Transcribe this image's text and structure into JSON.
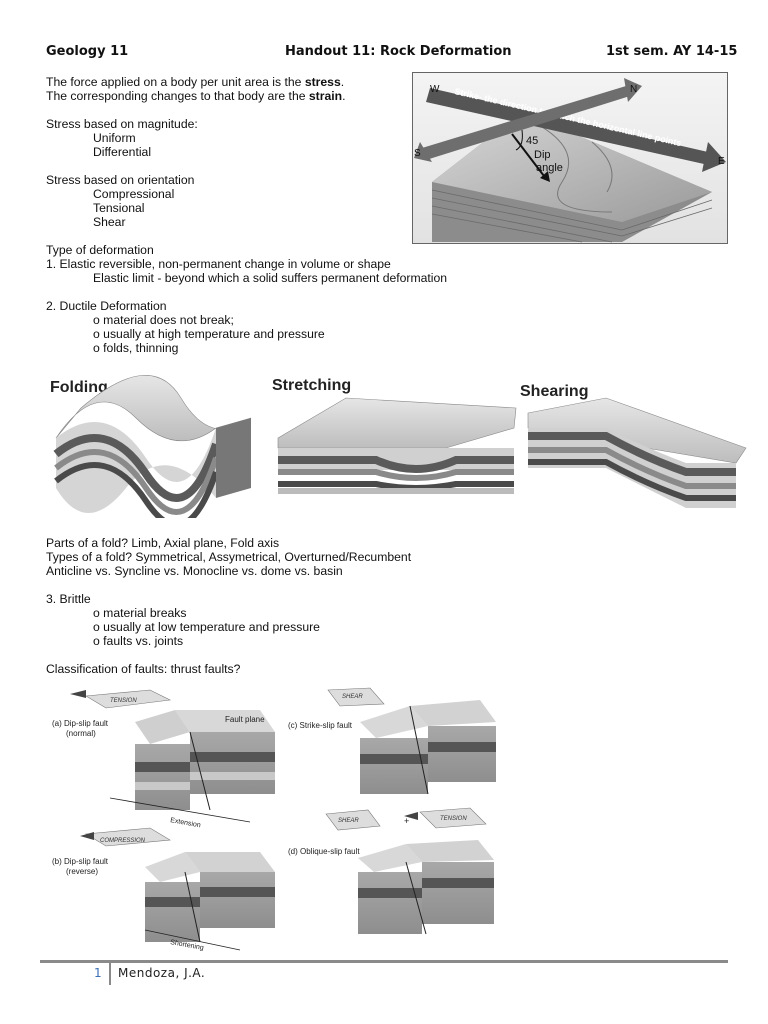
{
  "header": {
    "left": "Geology 11",
    "center": "Handout 11: Rock Deformation",
    "right": "1st sem. AY 14-15"
  },
  "intro": {
    "l1_pre": "The force applied on a body per unit area is the ",
    "l1_bold": "stress",
    "l1_post": ".",
    "l2_pre": "The corresponding changes to that body are the ",
    "l2_bold": "strain",
    "l2_post": "."
  },
  "magnitude": {
    "heading": "Stress based on magnitude:",
    "items": [
      "Uniform",
      "Differential"
    ]
  },
  "orientation": {
    "heading": "Stress based on orientation",
    "items": [
      "Compressional",
      "Tensional",
      "Shear"
    ]
  },
  "deformation": {
    "heading": "Type of deformation",
    "elastic": "1. Elastic  reversible, non-permanent change in volume or shape",
    "elastic_sub": "Elastic limit - beyond which a solid suffers permanent deformation",
    "ductile": "2. Ductile Deformation",
    "ductile_items": [
      "o material does not break;",
      "o usually at high temperature and pressure",
      "o folds, thinning"
    ]
  },
  "strike_figure": {
    "compass": {
      "w": "W",
      "n": "N",
      "s": "S",
      "e": "E"
    },
    "banner": "Strike- the direction to which the horizontal line points",
    "angle": "45",
    "dip_label_1": "Dip",
    "dip_label_2": "angle"
  },
  "block_figures": {
    "folding": "Folding",
    "stretching": "Stretching",
    "shearing": "Shearing"
  },
  "fold": {
    "parts": "Parts of a fold? Limb, Axial plane, Fold axis",
    "types": "Types of a fold? Symmetrical, Assymetrical, Overturned/Recumbent",
    "compare": "Anticline vs. Syncline vs. Monocline vs. dome vs. basin"
  },
  "brittle": {
    "heading": "3. Brittle",
    "items": [
      "o material breaks",
      "o usually at low temperature and pressure",
      "o faults vs. joints"
    ]
  },
  "classification": "Classification of faults: thrust faults?",
  "faults": {
    "a_label": "(a) Dip-slip fault",
    "a_sub": "(normal)",
    "a_plate": "TENSION",
    "fault_plane": "Fault plane",
    "extension": "Extension",
    "b_label": "(b) Dip-slip fault",
    "b_sub": "(reverse)",
    "b_plate": "COMPRESSION",
    "shortening": "Shortening",
    "c_label": "(c) Strike-slip fault",
    "c_plate": "SHEAR",
    "d_label": "(d) Oblique-slip fault",
    "d_plate1": "SHEAR",
    "d_plus": "+",
    "d_plate2": "TENSION"
  },
  "footer": {
    "page": "1",
    "author": "Mendoza, J.A."
  }
}
